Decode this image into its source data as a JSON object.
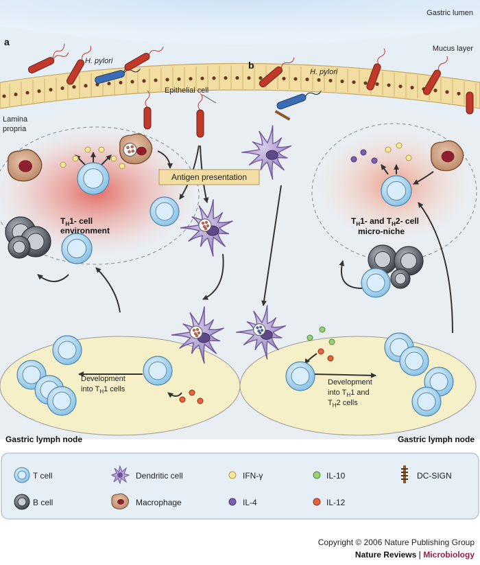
{
  "labels": {
    "gastric_lumen": "Gastric lumen",
    "mucus_layer": "Mucus layer",
    "panel_a": "a",
    "panel_b": "b",
    "h_pylori_a": "H. pylori",
    "h_pylori_b": "H. pylori",
    "epithelial_cell": "Epithelial cell",
    "lamina_propria_1": "Lamina",
    "lamina_propria_2": "propria",
    "antigen_presentation": "Antigen presentation",
    "th1_env_1_sub": "1- cell",
    "th1_env_2": "environment",
    "micro_niche_1_mid": "1- and T",
    "micro_niche_1_end": "2- cell",
    "micro_niche_2": "micro-niche",
    "dev_a_1": "Development",
    "dev_a_2_pre": "into T",
    "dev_a_2_post": "1 cells",
    "dev_b_1": "Development",
    "dev_b_2_pre": "into T",
    "dev_b_2_post": "1 and",
    "dev_b_3_post": "2 cells",
    "t_prefix": "T",
    "h_sub": "H",
    "gastric_lymph_node_a": "Gastric lymph node",
    "gastric_lymph_node_b": "Gastric lymph node"
  },
  "legend": [
    {
      "label": "T cell",
      "icon": "t-cell-icon"
    },
    {
      "label": "Dendritic cell",
      "icon": "dendritic-cell-icon"
    },
    {
      "label": "IFN-γ",
      "icon": "ifn-gamma-dot-icon"
    },
    {
      "label": "IL-10",
      "icon": "il-10-dot-icon"
    },
    {
      "label": "DC-SIGN",
      "icon": "dc-sign-icon"
    },
    {
      "label": "B cell",
      "icon": "b-cell-icon"
    },
    {
      "label": "Macrophage",
      "icon": "macrophage-icon"
    },
    {
      "label": "IL-4",
      "icon": "il-4-dot-icon"
    },
    {
      "label": "IL-12",
      "icon": "il-12-dot-icon"
    }
  ],
  "colors": {
    "ifn_gamma": "#f5e8a0",
    "il_10": "#9ccf7a",
    "il_4": "#7d5fae",
    "il_12": "#e8643c",
    "t_cell": "#a8d4ee",
    "b_cell": "#5a6068",
    "lymph_node": "#f6f0c8",
    "bacterium_red": "#c0392b",
    "bacterium_blue": "#3a6db5",
    "brand_accent": "#9b1b4a"
  },
  "footer": {
    "copyright": "Copyright © 2006 Nature Publishing Group",
    "journal": "Nature Reviews",
    "separator": " | ",
    "section": "Microbiology"
  }
}
